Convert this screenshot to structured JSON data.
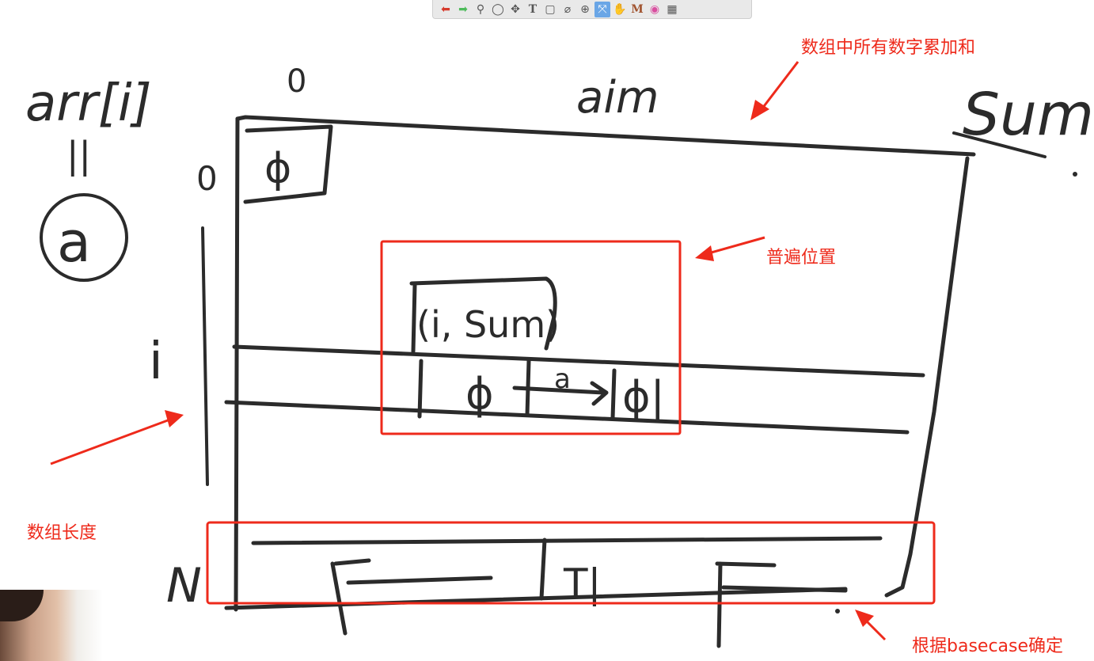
{
  "toolbar": {
    "icons": [
      "undo-arrow-icon",
      "redo-arrow-icon",
      "zoom-icon",
      "lasso-icon",
      "move-icon",
      "text-tool-icon",
      "shape-tool-icon",
      "eraser-icon",
      "globe-icon",
      "select-icon",
      "pan-hand-icon",
      "marker-icon",
      "color-wheel-icon",
      "grid-icon"
    ],
    "glyphs": [
      "⬅",
      "➡",
      "⚲",
      "◯",
      "✥",
      "T",
      "▢",
      "⌀",
      "⊕",
      "⤧",
      "✋",
      "M",
      "◉",
      "▦"
    ]
  },
  "board": {
    "array_label": "arr[i]",
    "equals": "||",
    "a_label": "a",
    "col_zero": "0",
    "col_aim": "aim",
    "col_sum": "Sum",
    "row_zero": "0",
    "row_i": "i",
    "row_n": "N",
    "cell_zero": "ɸ",
    "state_label": "(i, Sum)",
    "cell_phi_a": "ɸ",
    "arrow_a": "a",
    "cell_phi_b": "ɸ|",
    "base_t": "T|"
  },
  "annotations": {
    "total_sum": "数组中所有数字累加和",
    "general_position": "普遍位置",
    "array_length": "数组长度",
    "base_case": "根据basecase确定"
  },
  "colors": {
    "annotation": "#ee2a1b",
    "ink": "#2b2b2b",
    "toolbar_active": "#6aa6e6"
  }
}
